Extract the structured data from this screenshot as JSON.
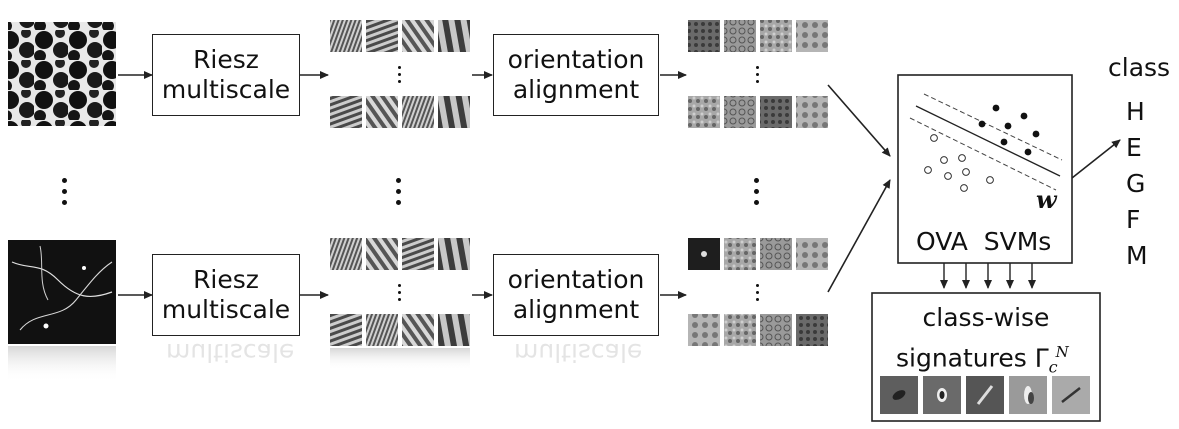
{
  "top_row": {
    "box1": {
      "line1": "Riesz",
      "line2": "multiscale"
    },
    "box2": {
      "line1": "orientation",
      "line2": "alignment"
    }
  },
  "bottom_row": {
    "box1": {
      "line1": "Riesz",
      "line2": "multiscale"
    },
    "box2": {
      "line1": "orientation",
      "line2": "alignment"
    },
    "reflection_text": "multiscale"
  },
  "classifier": {
    "label": "OVA  SVMs",
    "weight_symbol": "w"
  },
  "signatures": {
    "line1": "class-wise",
    "line2": "signatures Γ",
    "sub": "c",
    "sup": "N"
  },
  "classes": {
    "header": "class",
    "items": [
      "H",
      "E",
      "G",
      "F",
      "M"
    ]
  },
  "colors": {
    "line": "#222222",
    "box_border": "#222222"
  }
}
